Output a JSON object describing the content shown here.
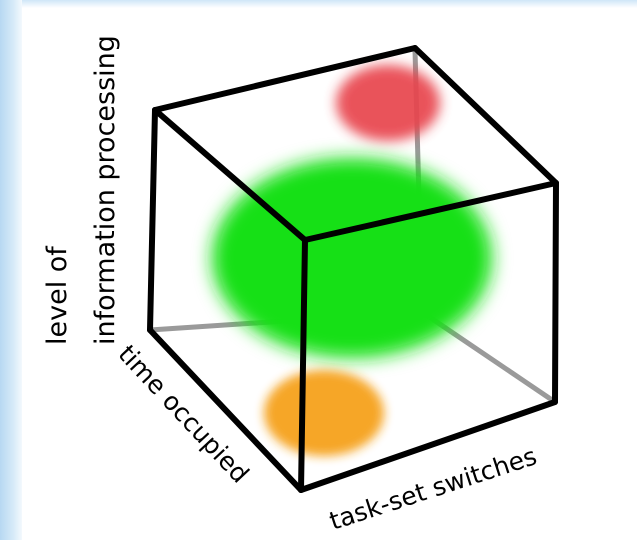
{
  "axes": {
    "y_line1": "level of",
    "y_line2": "information processing",
    "x_left": "time occupied",
    "x_right": "task-set switches"
  },
  "blobs": [
    {
      "name": "red-blob",
      "color": "#e8444e"
    },
    {
      "name": "green-blob",
      "color": "#18e018"
    },
    {
      "name": "orange-blob",
      "color": "#f6a21e"
    }
  ],
  "colors": {
    "edge": "#000000",
    "hidden_edge": "#9a9a9a",
    "frame_tint": "#cfe6f7"
  }
}
